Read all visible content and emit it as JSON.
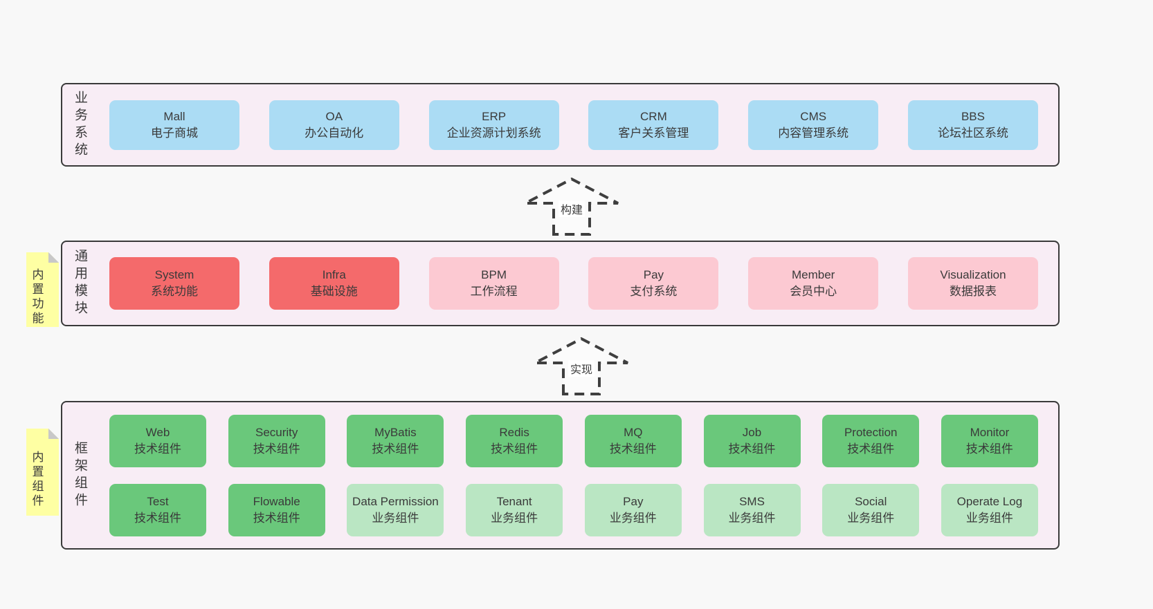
{
  "page": {
    "background": "#f8f8f8"
  },
  "colors": {
    "panel_bg": "#f8edf5",
    "panel_border": "#3a3a3a",
    "blue_box": "#abdcf4",
    "red_box": "#f46a6b",
    "pink_box": "#fcc9d2",
    "green_box": "#6ac87b",
    "light_green_box": "#bae6c3",
    "sticky_note": "#feffa3",
    "text": "#3a3a3a"
  },
  "arrows": [
    {
      "label": "构建"
    },
    {
      "label": "实现"
    }
  ],
  "layers": [
    {
      "label": "业务系统",
      "rows": [
        [
          {
            "title": "Mall",
            "subtitle": "电子商城",
            "variant": "blue"
          },
          {
            "title": "OA",
            "subtitle": "办公自动化",
            "variant": "blue"
          },
          {
            "title": "ERP",
            "subtitle": "企业资源计划系统",
            "variant": "blue"
          },
          {
            "title": "CRM",
            "subtitle": "客户关系管理",
            "variant": "blue"
          },
          {
            "title": "CMS",
            "subtitle": "内容管理系统",
            "variant": "blue"
          },
          {
            "title": "BBS",
            "subtitle": "论坛社区系统",
            "variant": "blue"
          }
        ]
      ]
    },
    {
      "label": "通用模块",
      "sticky": "内置功能",
      "rows": [
        [
          {
            "title": "System",
            "subtitle": "系统功能",
            "variant": "red"
          },
          {
            "title": "Infra",
            "subtitle": "基础设施",
            "variant": "red"
          },
          {
            "title": "BPM",
            "subtitle": "工作流程",
            "variant": "pink"
          },
          {
            "title": "Pay",
            "subtitle": "支付系统",
            "variant": "pink"
          },
          {
            "title": "Member",
            "subtitle": "会员中心",
            "variant": "pink"
          },
          {
            "title": "Visualization",
            "subtitle": "数据报表",
            "variant": "pink"
          }
        ]
      ]
    },
    {
      "label": "框架组件",
      "sticky": "内置组件",
      "rows": [
        [
          {
            "title": "Web",
            "subtitle": "技术组件",
            "variant": "green"
          },
          {
            "title": "Security",
            "subtitle": "技术组件",
            "variant": "green"
          },
          {
            "title": "MyBatis",
            "subtitle": "技术组件",
            "variant": "green"
          },
          {
            "title": "Redis",
            "subtitle": "技术组件",
            "variant": "green"
          },
          {
            "title": "MQ",
            "subtitle": "技术组件",
            "variant": "green"
          },
          {
            "title": "Job",
            "subtitle": "技术组件",
            "variant": "green"
          },
          {
            "title": "Protection",
            "subtitle": "技术组件",
            "variant": "green"
          },
          {
            "title": "Monitor",
            "subtitle": "技术组件",
            "variant": "green"
          }
        ],
        [
          {
            "title": "Test",
            "subtitle": "技术组件",
            "variant": "green"
          },
          {
            "title": "Flowable",
            "subtitle": "技术组件",
            "variant": "green"
          },
          {
            "title": "Data Permission",
            "subtitle": "业务组件",
            "variant": "lgreen"
          },
          {
            "title": "Tenant",
            "subtitle": "业务组件",
            "variant": "lgreen"
          },
          {
            "title": "Pay",
            "subtitle": "业务组件",
            "variant": "lgreen"
          },
          {
            "title": "SMS",
            "subtitle": "业务组件",
            "variant": "lgreen"
          },
          {
            "title": "Social",
            "subtitle": "业务组件",
            "variant": "lgreen"
          },
          {
            "title": "Operate Log",
            "subtitle": "业务组件",
            "variant": "lgreen"
          }
        ]
      ]
    }
  ]
}
